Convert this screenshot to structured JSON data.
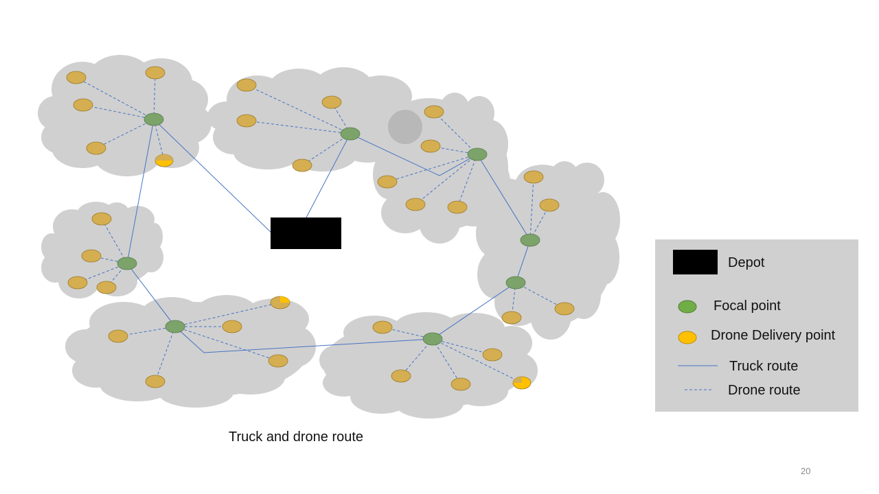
{
  "caption": "Truck and drone route",
  "page_number": "20",
  "legend": {
    "depot": "Depot",
    "focal_point": "Focal point",
    "drone_delivery_point": "Drone Delivery point",
    "truck_route": "Truck route",
    "drone_route": "Drone route"
  },
  "colors": {
    "cluster": "#d0d0d0",
    "cluster_shadow": "#b8b8b8",
    "depot": "#000000",
    "focal_point": "#7ba36a",
    "focal_point_legend": "#70ad47",
    "delivery_point": "#d4ae50",
    "delivery_point_legend": "#ffc000",
    "truck_route": "#4472c4",
    "drone_route": "#4472c4"
  }
}
